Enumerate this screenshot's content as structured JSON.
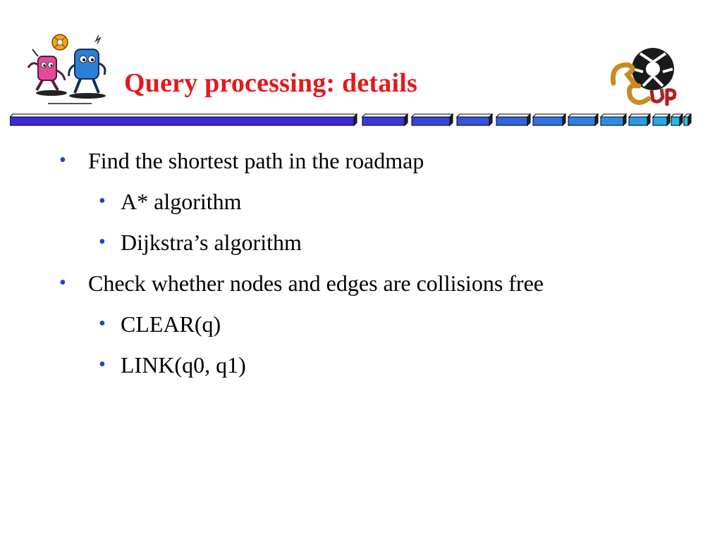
{
  "slide": {
    "title": "Query processing: details",
    "bullet_char": "•",
    "colors": {
      "title": "#e3191c",
      "bullet": "#1f3fd6",
      "bar_blue": "#3a2ad8",
      "bar_cyan": "#22c4ee"
    },
    "bullets": [
      {
        "text": "Find the shortest path in the roadmap",
        "sub": [
          {
            "text": "A* algorithm"
          },
          {
            "text": "Dijkstra’s algorithm"
          }
        ]
      },
      {
        "text": "Check whether nodes and edges are collisions free",
        "sub": [
          {
            "text": "CLEAR(q)"
          },
          {
            "text": "LINK(q0, q1)"
          }
        ]
      }
    ]
  },
  "logos": {
    "left": "robots-mascot-icon",
    "right": "robocup-logo-icon"
  }
}
